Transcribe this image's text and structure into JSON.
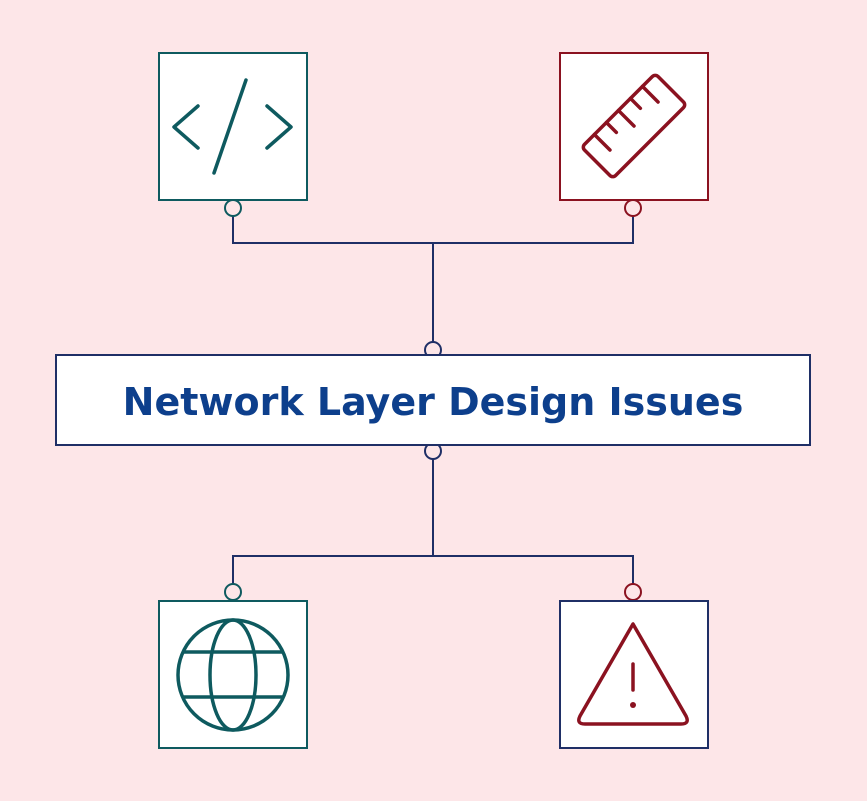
{
  "title": "Network Layer Design Issues",
  "colors": {
    "background": "#fde6e8",
    "navy": "#1f2f66",
    "teal": "#0e5a5f",
    "crimson": "#8b1220",
    "title_text": "#0d3f8c",
    "box_fill": "#ffffff"
  },
  "nodes": [
    {
      "icon": "code-icon",
      "color": "teal"
    },
    {
      "icon": "ruler-icon",
      "color": "crimson"
    },
    {
      "icon": "globe-icon",
      "color": "teal"
    },
    {
      "icon": "warning-icon",
      "color": "crimson"
    }
  ]
}
